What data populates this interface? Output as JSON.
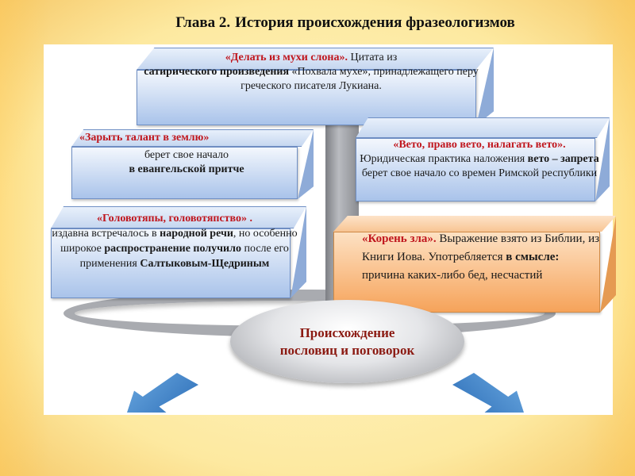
{
  "title": {
    "chapter": "Глава 2.",
    "text": "История происхождения фразеологизмов"
  },
  "center": {
    "line1": "Происхождение",
    "line2": "пословиц и поговорок"
  },
  "boxes": {
    "fly": {
      "phrase": "«Делать из мухи слона».",
      "t1": " Цитата из",
      "b1": "сатирического произведения",
      "t2": " «Похвала мухе», принадлежащего перу греческого писателя Лукиана."
    },
    "talent": {
      "phrase": "«Зарыть талант в землю»",
      "t1": "берет свое начало",
      "b1": "в евангельской притче"
    },
    "veto": {
      "phrase": "«Вето, право вето, налагать вето».",
      "t1": "Юридическая практика наложения ",
      "b1": "вето – запрета",
      "t2": " берет свое начало со времен Римской республики"
    },
    "golovotyapy": {
      "phrase": "«Головотяпы, головотяпство» .",
      "t1": "издавна встречалось в ",
      "b1": "народной речи",
      "t2": ", но особенно широкое ",
      "b2": "распространение получило",
      "t3": " после его применения ",
      "b3": "Салтыковым-Щедриным"
    },
    "koren": {
      "phrase": "«Корень зла».",
      "t1": " Выражение взято из Библии, из Книги Иова. Употребляется ",
      "b1": "в смысле:",
      "t2": " причина каких-либо бед, несчастий"
    }
  },
  "colors": {
    "accent_red": "#c0161d",
    "box_blue": "#a9c3ea",
    "box_orange": "#f6a35a",
    "center_text": "#8b1a12"
  }
}
